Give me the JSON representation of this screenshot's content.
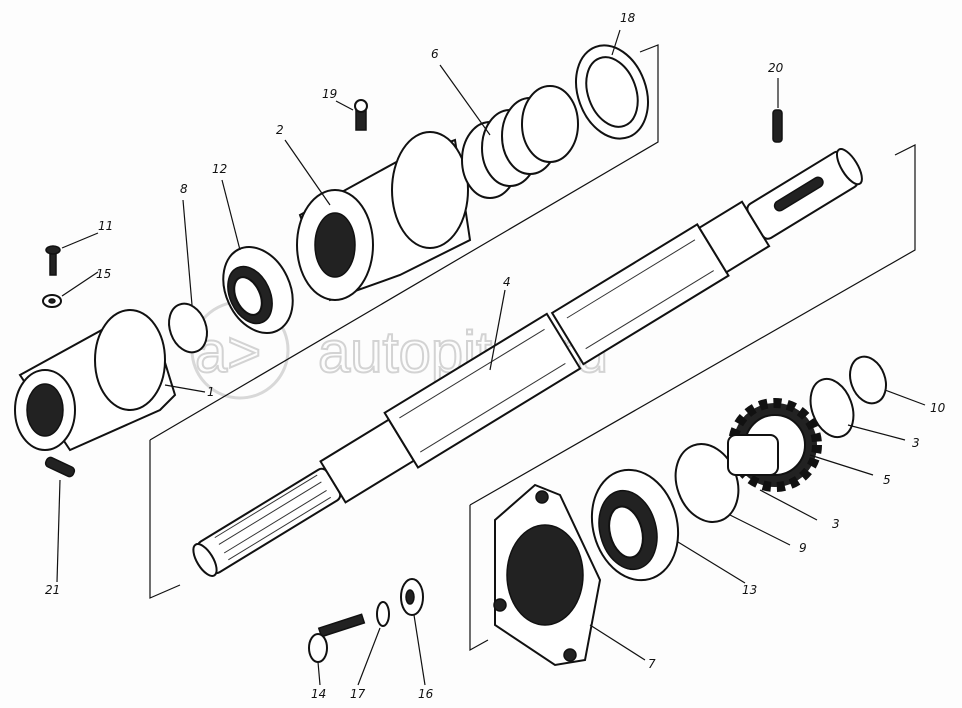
{
  "watermark": "autopiter.ru",
  "watermark_logo": "a>",
  "callouts": [
    "18",
    "6",
    "19",
    "2",
    "12",
    "8",
    "11",
    "15",
    "1",
    "20",
    "4",
    "10",
    "3",
    "5",
    "3",
    "9",
    "13",
    "7",
    "21",
    "14",
    "17",
    "16"
  ]
}
